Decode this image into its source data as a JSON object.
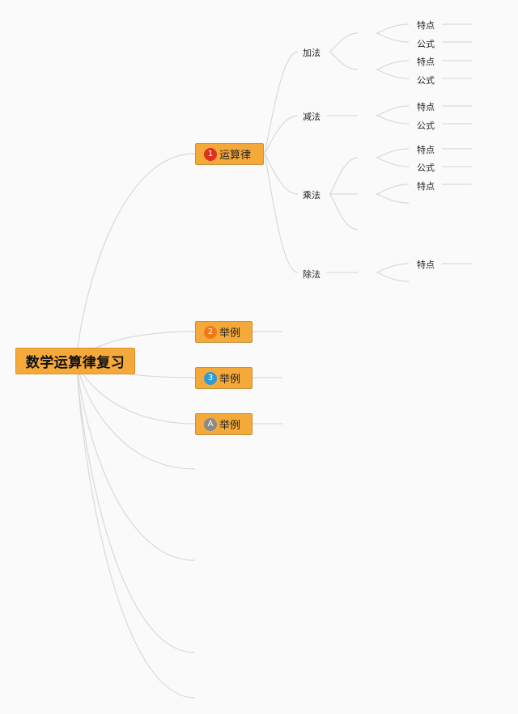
{
  "title": "数学运算律复习",
  "colors": {
    "node_fill": "#f4a93a",
    "connector": "#d9d9d9",
    "badge_1": "#e0301e",
    "badge_2": "#f07818",
    "badge_3": "#2e9bd6",
    "badge_4": "#8a8a8a"
  },
  "branches": [
    {
      "badge": "1",
      "label": "运算律"
    },
    {
      "badge": "2",
      "label": "举例"
    },
    {
      "badge": "3",
      "label": "举例"
    },
    {
      "badge": "A",
      "label": "举例"
    }
  ],
  "sub_nodes": [
    {
      "label": "加法",
      "leaves": [
        "特点",
        "公式",
        "特点",
        "公式"
      ]
    },
    {
      "label": "减法",
      "leaves": [
        "特点",
        "公式"
      ]
    },
    {
      "label": "乘法",
      "leaves": [
        "特点",
        "公式",
        "特点"
      ]
    },
    {
      "label": "除法",
      "leaves": [
        "特点"
      ]
    }
  ]
}
